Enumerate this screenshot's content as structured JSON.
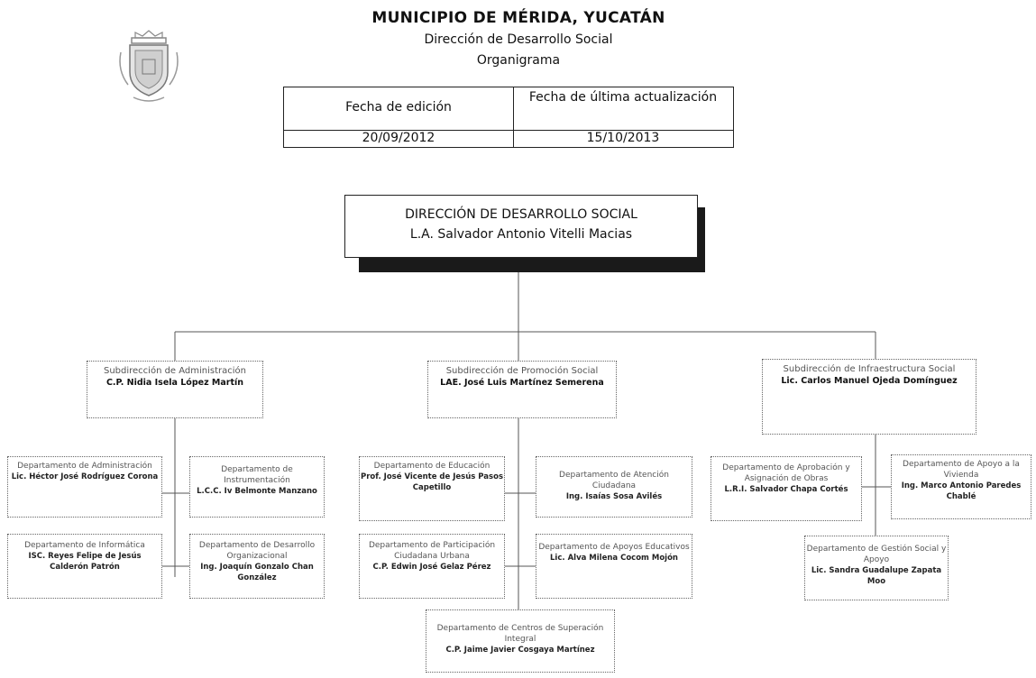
{
  "header": {
    "title": "MUNICIPIO DE MÉRIDA, YUCATÁN",
    "department": "Dirección de Desarrollo Social",
    "doc_type": "Organigrama"
  },
  "dates": {
    "edition_label": "Fecha de edición",
    "update_label": "Fecha de última actualización",
    "edition_value": "20/09/2012",
    "update_value": "15/10/2013"
  },
  "director": {
    "title": "DIRECCIÓN DE DESARROLLO SOCIAL",
    "name": "L.A. Salvador Antonio Vitelli Macias"
  },
  "sub_admin": {
    "title": "Subdirección de Administración",
    "name": "C.P. Nidia Isela López Martín",
    "depts": [
      {
        "title": "Departamento de Administración",
        "name": "Lic. Héctor José Rodríguez Corona"
      },
      {
        "title": "Departamento de Instrumentación",
        "name": "L.C.C. Iv Belmonte Manzano"
      },
      {
        "title": "Departamento de Informática",
        "name": "ISC. Reyes Felipe de Jesús Calderón Patrón"
      },
      {
        "title": "Departamento de Desarrollo Organizacional",
        "name": "Ing. Joaquín Gonzalo Chan González"
      }
    ]
  },
  "sub_promocion": {
    "title": "Subdirección de Promoción Social",
    "name": "LAE. José Luis Martínez Semerena",
    "depts": [
      {
        "title": "Departamento de Educación",
        "name": "Prof. José Vicente de Jesús Pasos Capetillo"
      },
      {
        "title": "Departamento de Atención Ciudadana",
        "name": "Ing. Isaías Sosa Avilés"
      },
      {
        "title": "Departamento de Participación Ciudadana Urbana",
        "name": "C.P. Edwin José Gelaz Pérez"
      },
      {
        "title": "Departamento de Apoyos Educativos",
        "name": "Lic. Alva Milena Cocom Mojón"
      },
      {
        "title": "Departamento de Centros de Superación Integral",
        "name": "C.P. Jaime Javier Cosgaya Martínez"
      }
    ]
  },
  "sub_infra": {
    "title": "Subdirección de Infraestructura Social",
    "name": "Lic. Carlos Manuel Ojeda Domínguez",
    "depts": [
      {
        "title": "Departamento de Aprobación y Asignación de Obras",
        "name": "L.R.I. Salvador Chapa Cortés"
      },
      {
        "title": "Departamento de Apoyo a la Vivienda",
        "name": "Ing. Marco Antonio Paredes Chablé"
      },
      {
        "title": "Departamento de Gestión Social y Apoyo",
        "name": "Lic. Sandra Guadalupe Zapata Moo"
      }
    ]
  }
}
